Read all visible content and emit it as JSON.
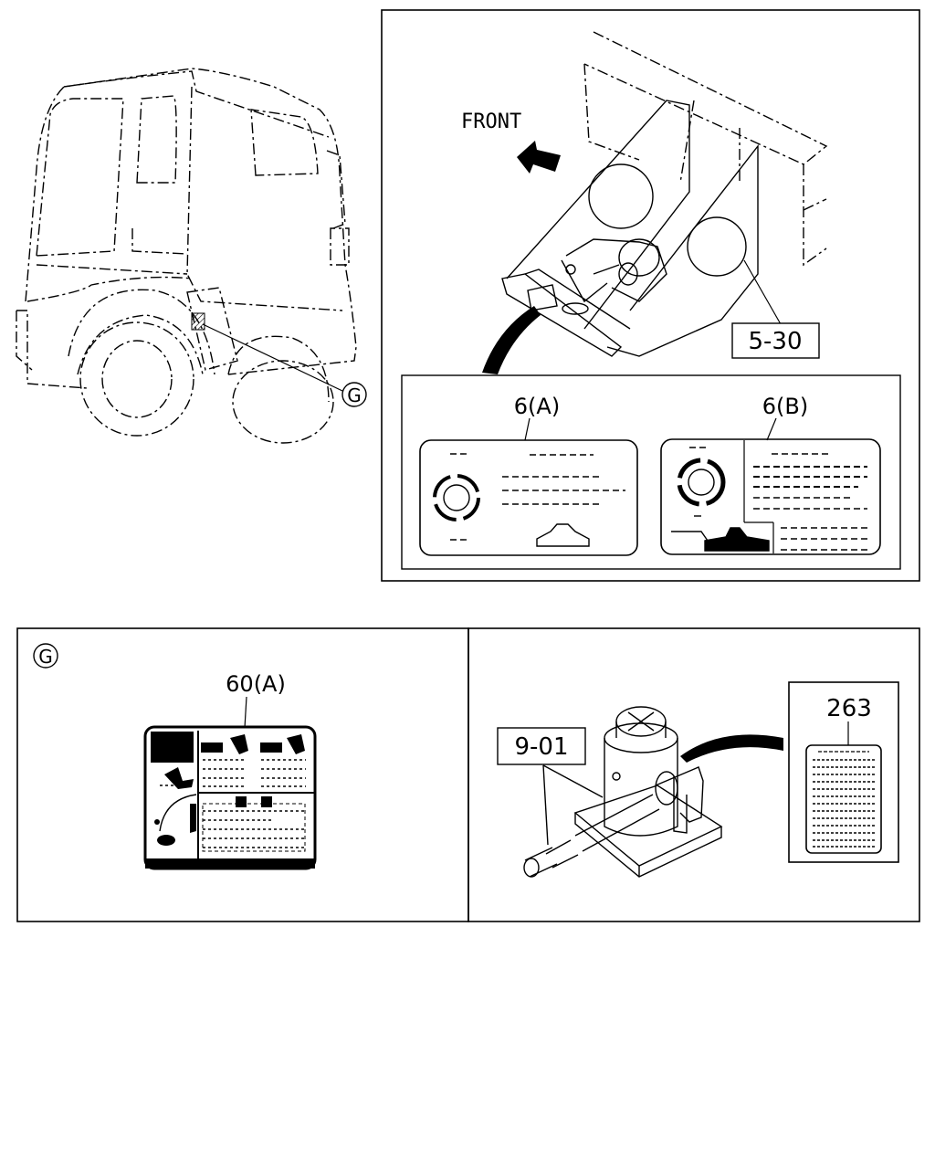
{
  "callouts": {
    "front": "FRONT",
    "part_5_30": "5-30",
    "label_6a": "6(A)",
    "label_6b": "6(B)",
    "detail_g_marker": "G",
    "detail_g_title": "G",
    "label_60a": "60(A)",
    "part_9_01": "9-01",
    "label_263": "263"
  },
  "colors": {
    "line": "#000000",
    "background": "#ffffff"
  }
}
